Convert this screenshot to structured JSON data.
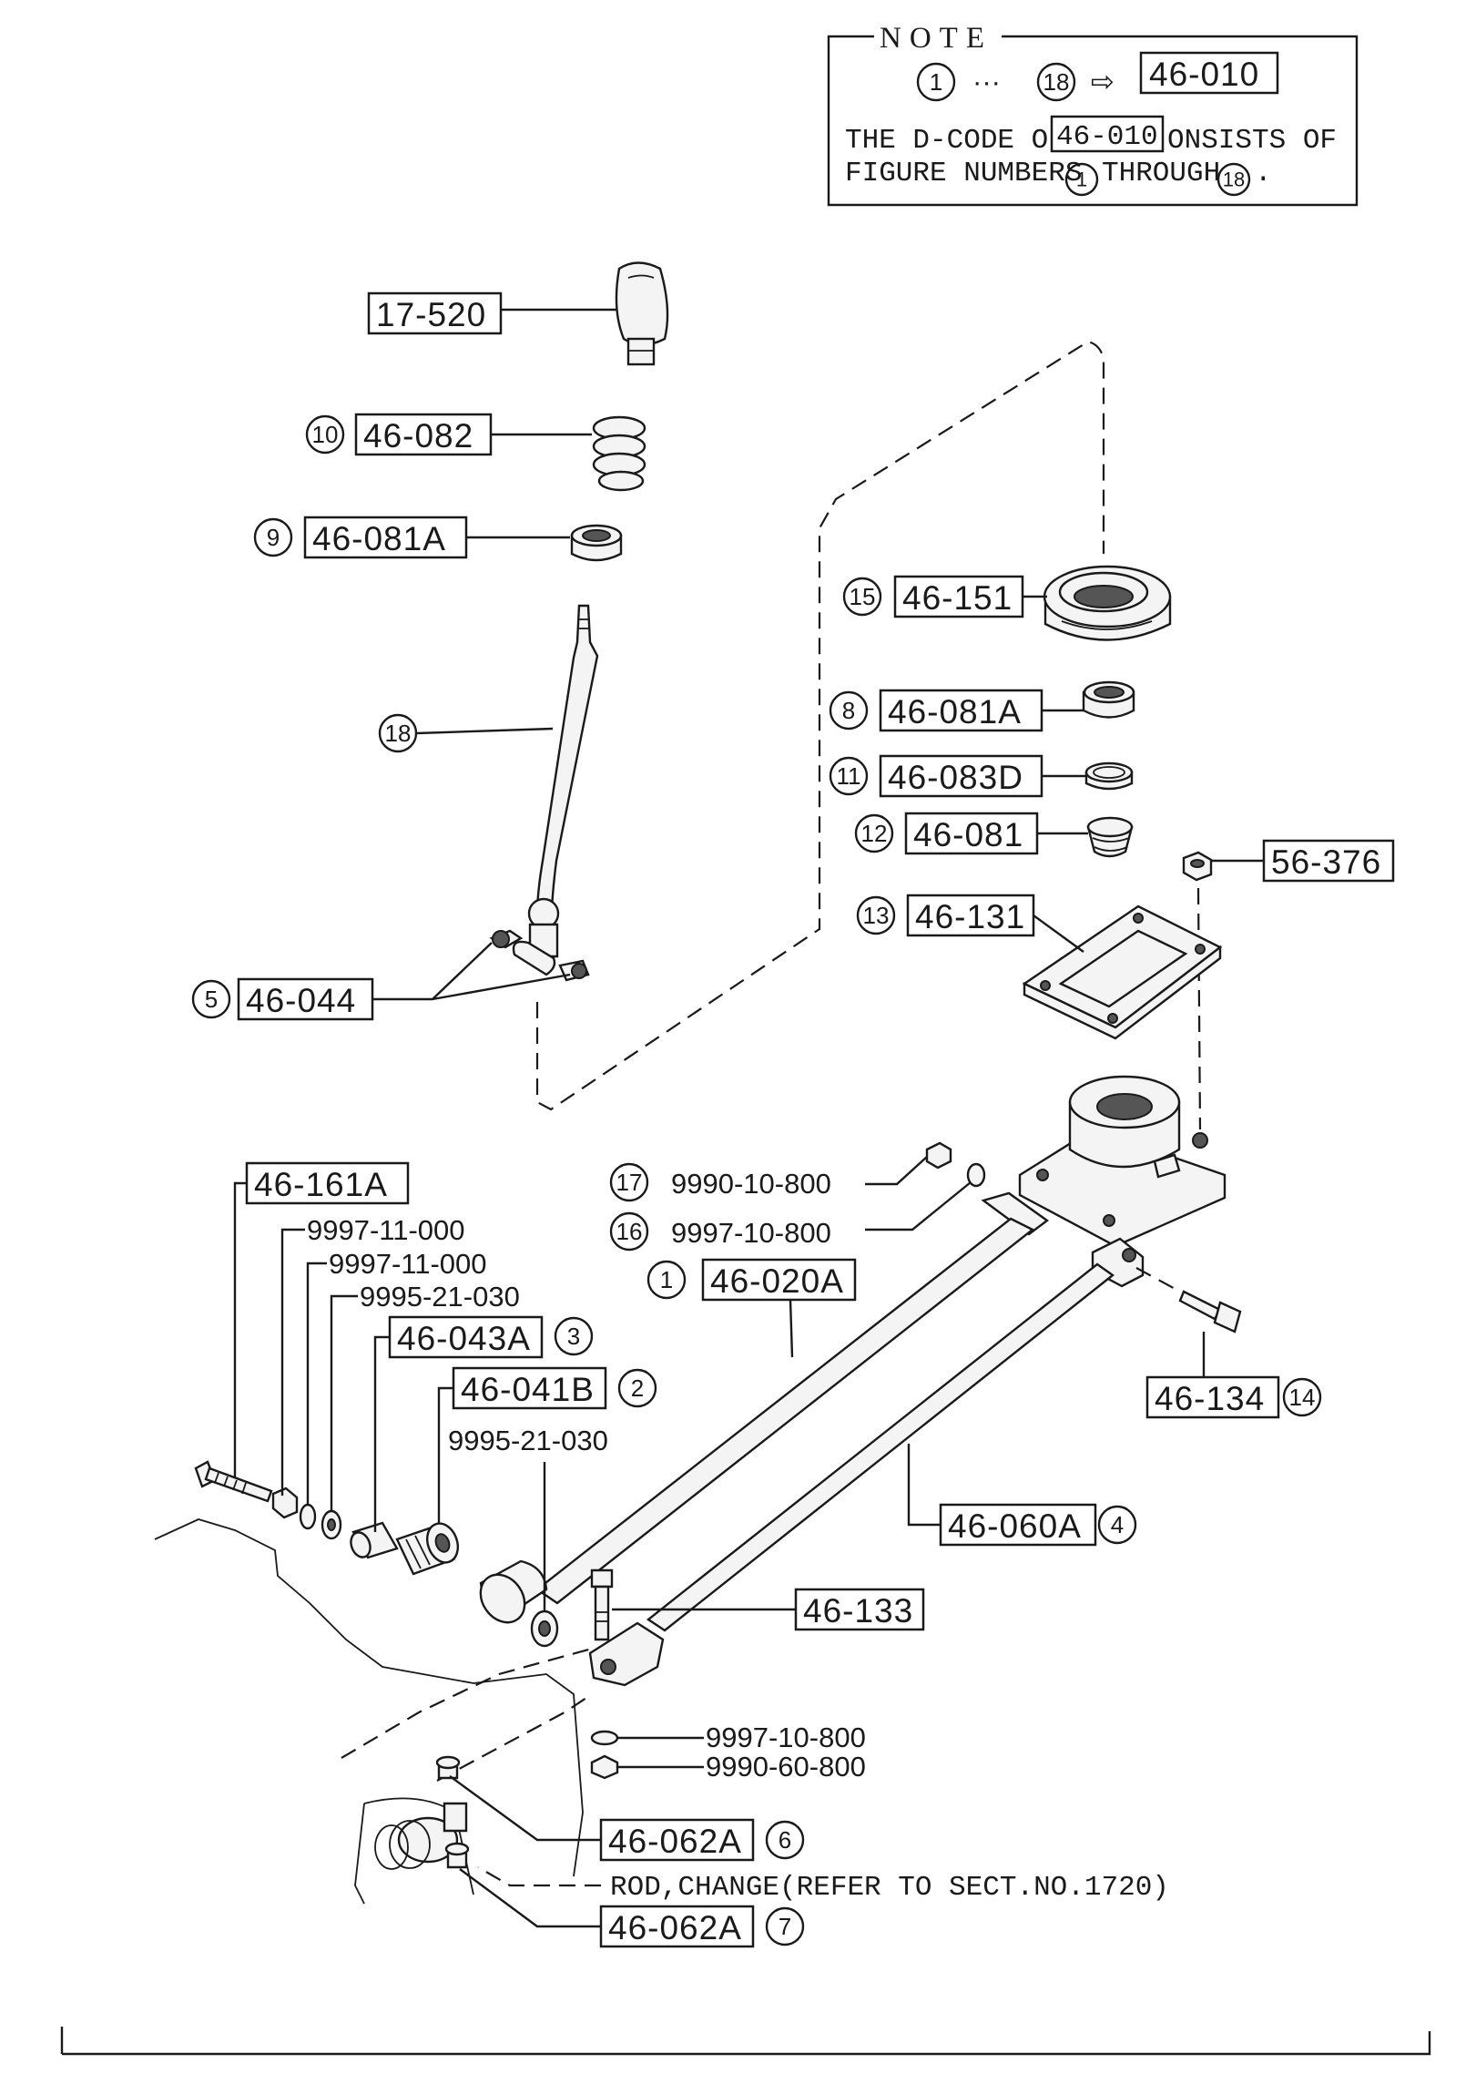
{
  "note": {
    "title": "NOTE",
    "range_from": "1",
    "range_to": "18",
    "arrow": "⇨",
    "dcode": "46-010",
    "line1_pre": "THE D-CODE OF",
    "line1_code": "46-010",
    "line1_post": "ONSISTS OF",
    "line2_pre": "FIGURE NUMBERS",
    "line2_from": "1",
    "line2_mid": "THROUGH",
    "line2_to": "18",
    "line2_end": "."
  },
  "labels": {
    "knob": {
      "code": "17-520"
    },
    "p10": {
      "num": "10",
      "code": "46-082"
    },
    "p9": {
      "num": "9",
      "code": "46-081A"
    },
    "p18": {
      "num": "18"
    },
    "p5": {
      "num": "5",
      "code": "46-044"
    },
    "p15": {
      "num": "15",
      "code": "46-151"
    },
    "p8": {
      "num": "8",
      "code": "46-081A"
    },
    "p11": {
      "num": "11",
      "code": "46-083D"
    },
    "p12": {
      "num": "12",
      "code": "46-081"
    },
    "nut": {
      "code": "56-376"
    },
    "p13": {
      "num": "13",
      "code": "46-131"
    },
    "p17": {
      "num": "17",
      "code": "9990-10-800"
    },
    "p16": {
      "num": "16",
      "code": "9997-10-800"
    },
    "p1": {
      "num": "1",
      "code": "46-020A"
    },
    "bolt": {
      "code": "46-161A"
    },
    "w1": {
      "code": "9997-11-000"
    },
    "w2": {
      "code": "9997-11-000"
    },
    "w3": {
      "code": "9995-21-030"
    },
    "p3": {
      "num": "3",
      "code": "46-043A"
    },
    "p2": {
      "num": "2",
      "code": "46-041B"
    },
    "w4": {
      "code": "9995-21-030"
    },
    "p14": {
      "num": "14",
      "code": "46-134"
    },
    "p4": {
      "num": "4",
      "code": "46-060A"
    },
    "b133": {
      "code": "46-133"
    },
    "w5": {
      "code": "9997-10-800"
    },
    "n5": {
      "code": "9990-60-800"
    },
    "p6": {
      "num": "6",
      "code": "46-062A"
    },
    "p7": {
      "num": "7",
      "code": "46-062A"
    },
    "rod": {
      "text": "ROD,CHANGE(REFER TO SECT.NO.1720)"
    }
  }
}
